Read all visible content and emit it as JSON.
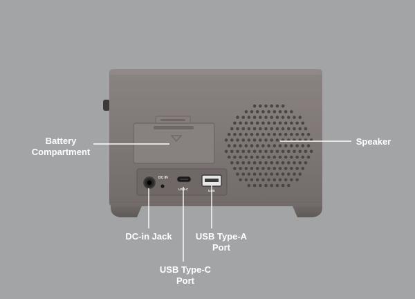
{
  "colors": {
    "background": "#a3a4a6",
    "device_body": "#7e7775",
    "callout_lines": "#ffffff",
    "labels": "#ffffff"
  },
  "callouts": {
    "battery_compartment": {
      "line1": "Battery",
      "line2": "Compartment"
    },
    "speaker": "Speaker",
    "dc_in_jack": "DC-in Jack",
    "usb_type_a": {
      "line1": "USB Type-A",
      "line2": "Port"
    },
    "usb_type_c": {
      "line1": "USB Type-C",
      "line2": "Port"
    }
  },
  "port_markings": {
    "dc": "DC IN",
    "usb_c": "USB-C",
    "usb_a": "USB"
  },
  "icons": [
    "speaker-grille-icon",
    "dc-jack-icon",
    "usb-c-port-icon",
    "usb-a-port-icon"
  ]
}
